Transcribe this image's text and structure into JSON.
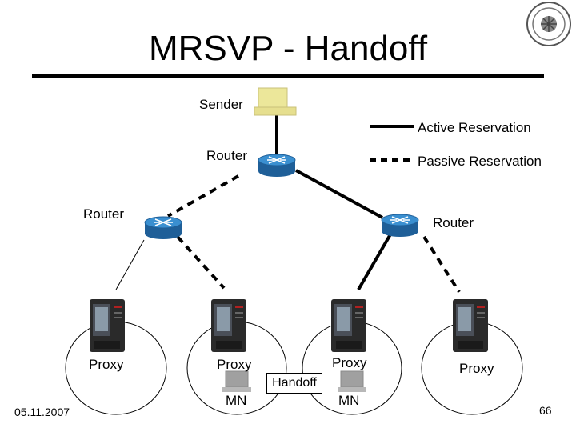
{
  "slide": {
    "title": "MRSVP - Handoff",
    "date": "05.11.2007",
    "page_number": "66"
  },
  "legend": {
    "active": "Active Reservation",
    "passive": "Passive Reservation"
  },
  "nodes": {
    "sender_label": "Sender",
    "router_top_label": "Router",
    "router_left_label": "Router",
    "router_right_label": "Router",
    "proxy_1_label": "Proxy",
    "proxy_2_label": "Proxy",
    "proxy_3_label": "Proxy",
    "proxy_4_label": "Proxy",
    "mn_1_label": "MN",
    "mn_2_label": "MN"
  },
  "handoff_label": "Handoff",
  "colors": {
    "router_blue": "#3a8fd0",
    "router_blue_dark": "#1f5f98",
    "sender_yellow": "#ece79a",
    "server_dark": "#2a2a2a",
    "mn_gray": "#a0a0a0"
  }
}
